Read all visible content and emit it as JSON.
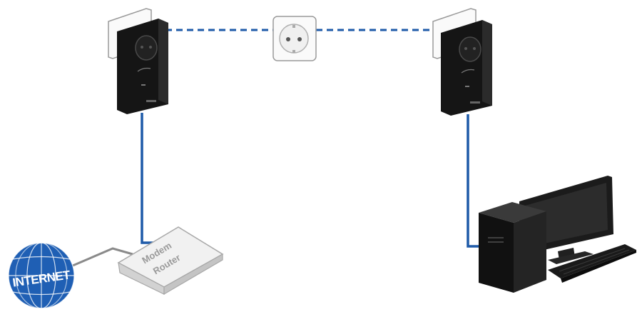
{
  "labels": {
    "internet": "INTERNET",
    "router_line1": "Modem",
    "router_line2": "Router"
  },
  "colors": {
    "ethernet_cable": "#1e5aa8",
    "powerline_link": "#1e5aa8",
    "globe": "#1f5fb4",
    "adapter_body": "#141414",
    "router_body": "#e9e9e9"
  },
  "icons": {
    "powerline_adapter": "powerline-adapter-icon",
    "wall_socket": "wall-socket-icon",
    "globe": "internet-globe-icon",
    "router": "modem-router-icon",
    "desktop_pc": "desktop-computer-icon"
  }
}
